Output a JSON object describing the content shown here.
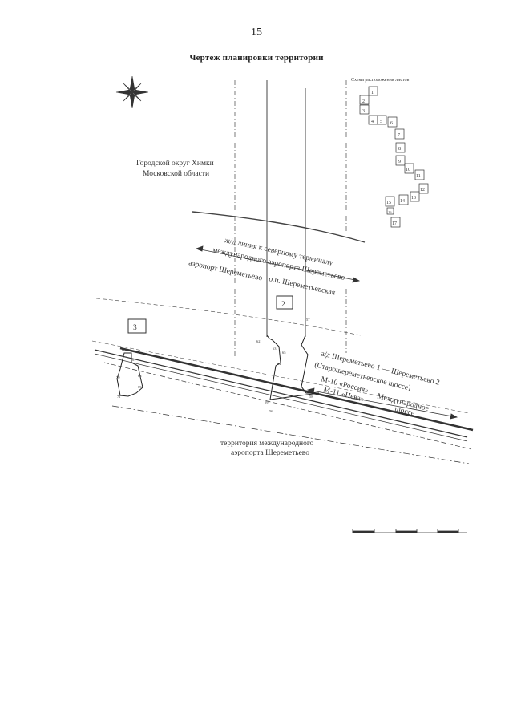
{
  "page_number": "15",
  "title": "Чертеж планировки территории",
  "sheet_scheme": {
    "title": "Схема расположения листов",
    "sheets": [
      "1",
      "2",
      "3",
      "4",
      "5",
      "6",
      "7",
      "8",
      "9",
      "10",
      "11",
      "12",
      "13",
      "14",
      "15",
      "16",
      "17"
    ]
  },
  "labels": {
    "district": "Городской округ Химки",
    "district2": "Московской области",
    "rail": "ж/д линия к северному терминалу",
    "rail2": "международного аэропорта Шереметьево",
    "station1": "аэропорт Шереметьево",
    "station2": "о.п. Шереметьевская",
    "road": "а/д Шереметьево 1 — Шереметьево 2",
    "road2": "(Старошереметьевское шоссе)",
    "m10": "М-10 «Россия»",
    "m11": "М-11 «Нева»",
    "intl": "Международное",
    "shosse": "шоссе",
    "airport": "территория международного",
    "airport2": "аэропорта Шереметьево"
  },
  "zones": {
    "zone2": "2",
    "zone3": "3"
  },
  "points": [
    "62",
    "63",
    "65",
    "64",
    "59",
    "60",
    "58",
    "66",
    "67",
    "68",
    "69",
    "70",
    "71",
    "57",
    "56"
  ],
  "colors": {
    "line": "#333333",
    "dash": "#666666",
    "ink": "#222222"
  }
}
